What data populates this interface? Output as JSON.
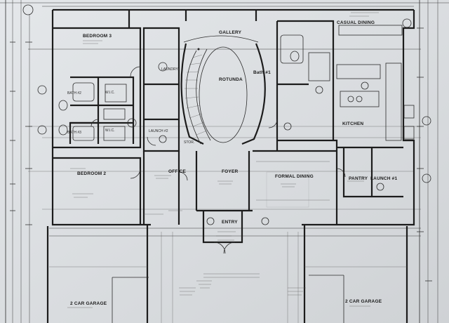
{
  "rooms": {
    "bedroom3": "BEDROOM 3",
    "gallery": "GALLERY",
    "casual_dining": "CASUAL DINING",
    "rotunda": "ROTUNDA",
    "bath1": "Bath #1",
    "laundry": "LAUNDRY",
    "bath2": "BATH #2",
    "wic1": "W.I.C.",
    "wic2": "W.I.C.",
    "bath3": "BATH #3",
    "launch2": "LAUNCH #2",
    "stor": "STOR.",
    "kitchen": "KITCHEN",
    "office": "OFFICE",
    "foyer": "FOYER",
    "formal_dining": "FORMAL DINING",
    "pantry": "PANTRY",
    "launch1": "LAUNCH #1",
    "bedroom2": "BEDROOM 2",
    "entry": "ENTRY",
    "garage_left": "2 CAR GARAGE",
    "garage_right": "2 CAR GARAGE"
  }
}
